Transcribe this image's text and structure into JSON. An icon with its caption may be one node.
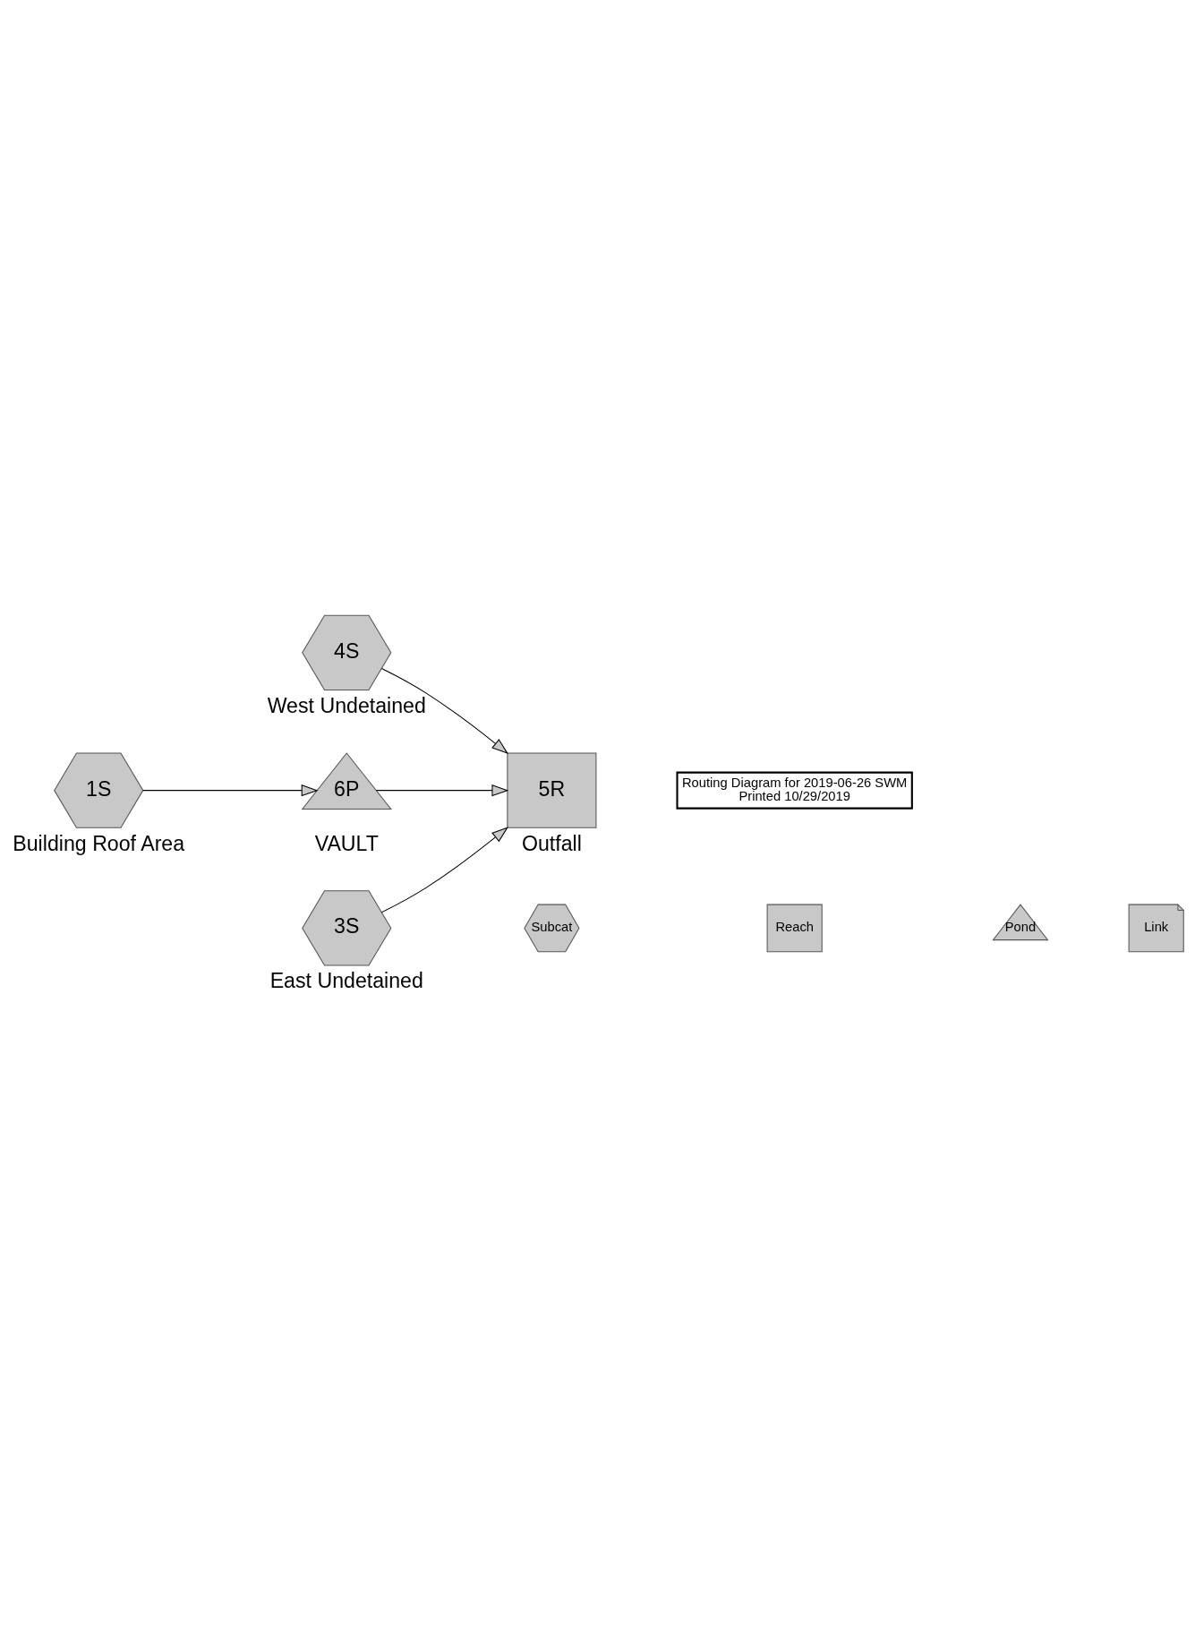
{
  "diagram": {
    "nodes": [
      {
        "text": [
          "4S"
        ],
        "beside": [
          "West Undetained"
        ]
      },
      {
        "text": [
          "1S"
        ],
        "beside": [
          "Building Roof Area"
        ]
      },
      {
        "text": [
          "6P"
        ],
        "beside": [
          "VAULT"
        ]
      },
      {
        "text": [
          "5R"
        ],
        "beside": [
          "Outfall"
        ]
      },
      {
        "text": [
          "3S"
        ],
        "beside": [
          "East Undetained"
        ]
      }
    ],
    "edges": [
      {
        "from": 0,
        "to": 3,
        "arrow": "to"
      },
      {
        "from": 1,
        "to": 2,
        "arrow": "to"
      },
      {
        "from": 2,
        "to": 3,
        "arrow": "to"
      },
      {
        "from": 4,
        "to": 3,
        "arrow": "to"
      }
    ],
    "labels": [
      "Routing Diagram for 2019-06-26 SWM",
      "Printed 10/29/2019"
    ],
    "legend": [
      {
        "text": "Subcat"
      },
      {
        "text": "Reach"
      },
      {
        "text": "Pond"
      },
      {
        "text": "Link"
      }
    ]
  }
}
